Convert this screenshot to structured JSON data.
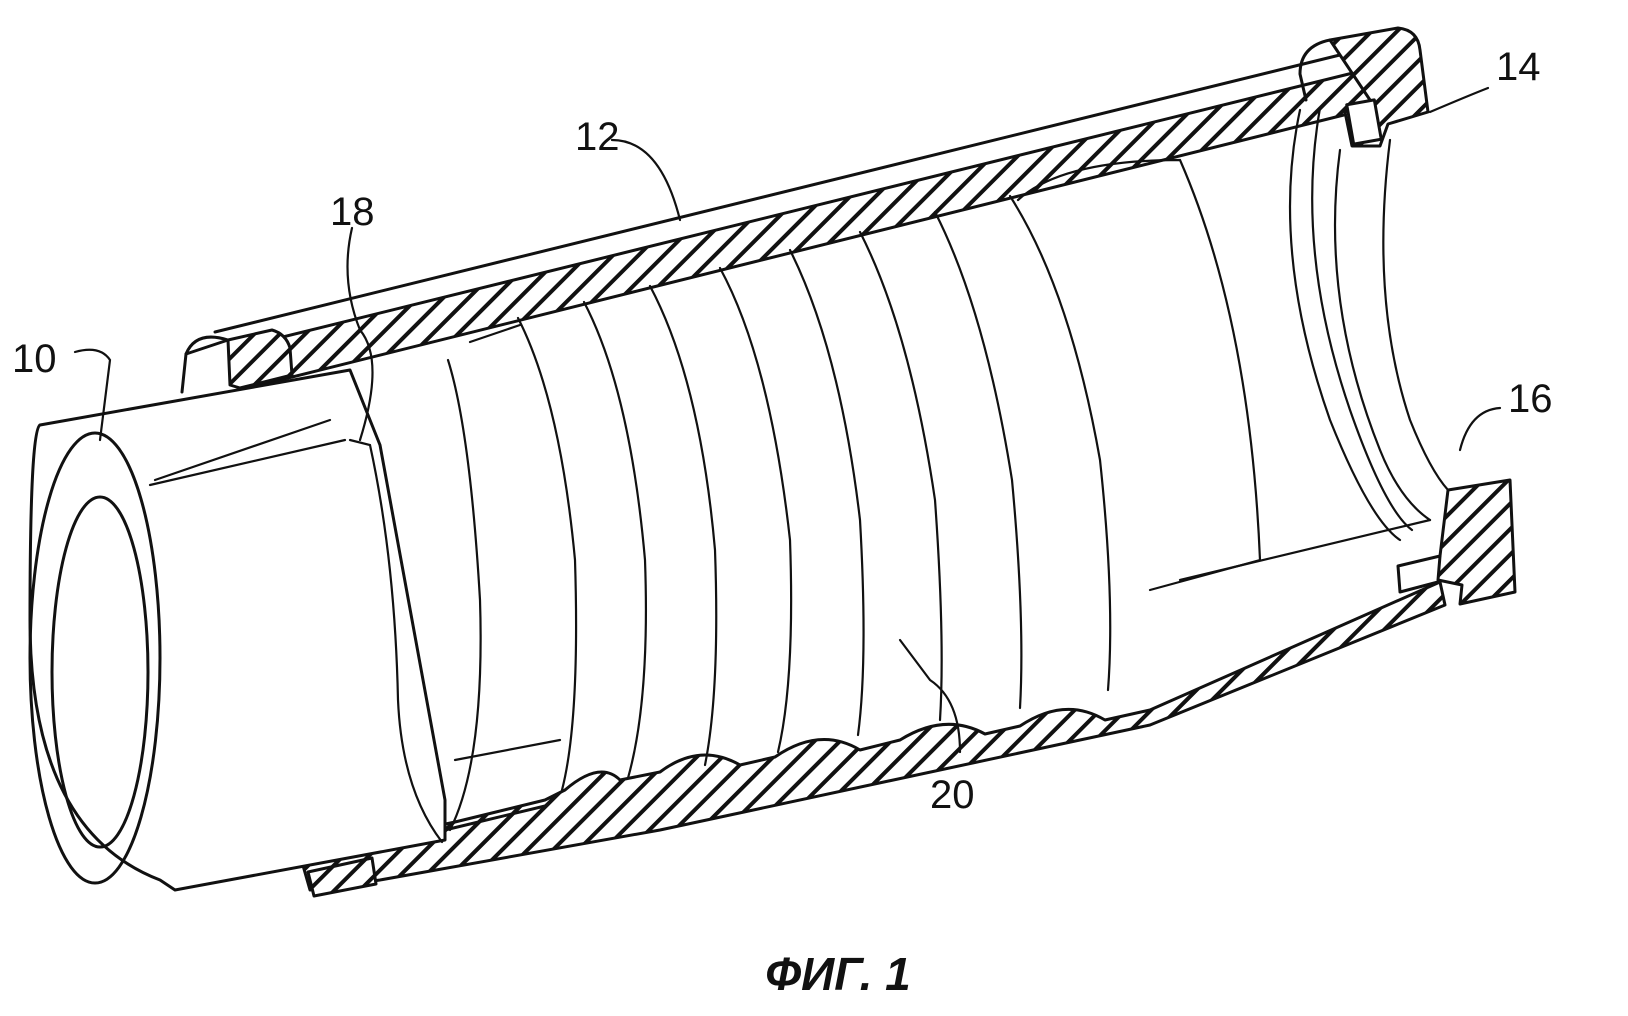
{
  "caption": "ФИГ. 1",
  "labels": {
    "l10": "10",
    "l12": "12",
    "l14": "14",
    "l16": "16",
    "l18": "18",
    "l20": "20"
  },
  "colors": {
    "ink": "#111111",
    "paper": "#ffffff"
  }
}
